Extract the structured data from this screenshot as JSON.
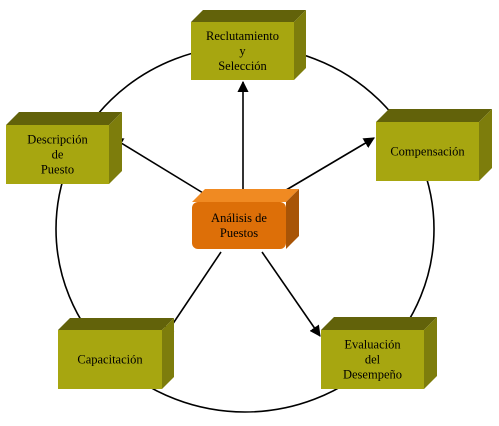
{
  "diagram": {
    "center": {
      "id": "analisis",
      "lines": [
        "Análisis de",
        "Puestos"
      ]
    },
    "nodes": [
      {
        "id": "reclutamiento",
        "lines": [
          "Reclutamiento",
          "y",
          "Selección"
        ]
      },
      {
        "id": "compensacion",
        "lines": [
          "Compensación"
        ]
      },
      {
        "id": "evaluacion",
        "lines": [
          "Evaluación",
          "del",
          "Desempeño"
        ]
      },
      {
        "id": "capacitacion",
        "lines": [
          "Capacitación"
        ]
      },
      {
        "id": "descripcion",
        "lines": [
          "Descripción",
          "de",
          "Puesto"
        ]
      }
    ],
    "edges": [
      {
        "from": "analisis",
        "to": "reclutamiento"
      },
      {
        "from": "analisis",
        "to": "compensacion"
      },
      {
        "from": "analisis",
        "to": "evaluacion"
      },
      {
        "from": "analisis",
        "to": "capacitacion"
      },
      {
        "from": "analisis",
        "to": "descripcion"
      }
    ],
    "colors": {
      "box_front": "#a7a610",
      "box_top": "#62620a",
      "box_side": "#7d7d0c",
      "center_front": "#dd6f08",
      "center_top": "#f08a22",
      "center_side": "#a85406",
      "stroke": "#000000"
    }
  }
}
